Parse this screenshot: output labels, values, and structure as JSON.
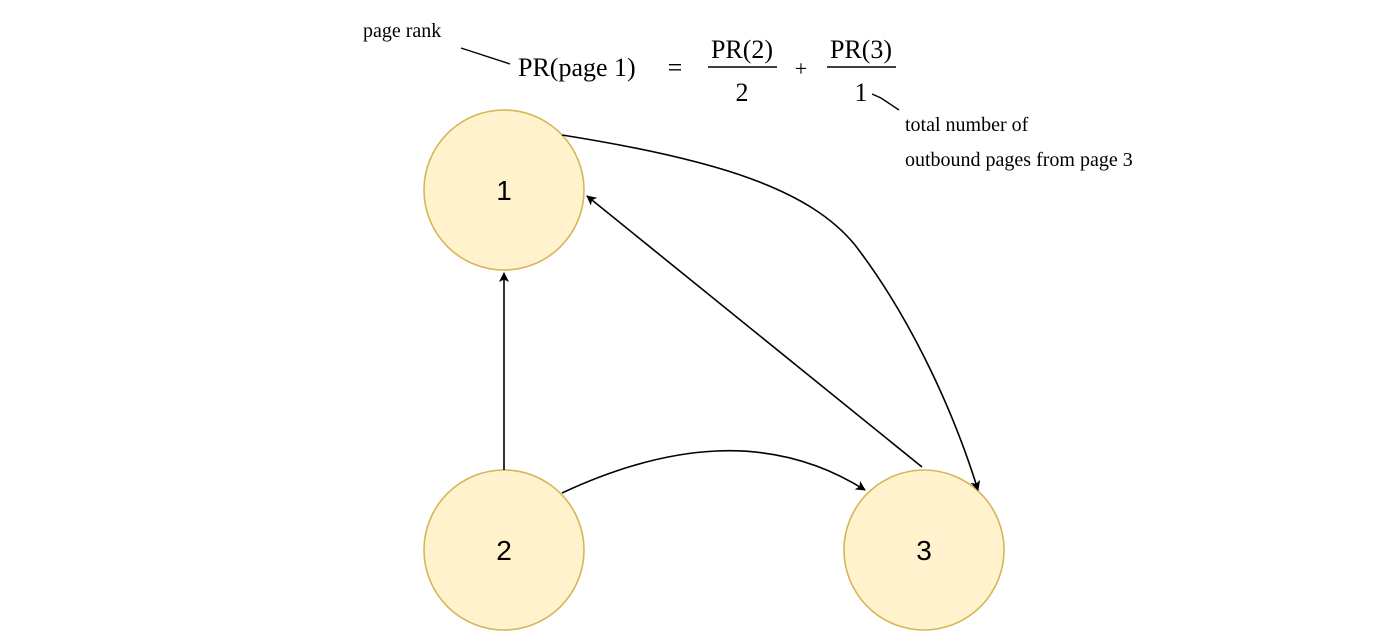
{
  "annotations": {
    "page_rank_label": "page rank",
    "outbound_label_line1": "total number of",
    "outbound_label_line2": "outbound pages from page 3"
  },
  "formula": {
    "lhs": "PR(page 1)",
    "equals": "=",
    "term1_numerator": "PR(2)",
    "term1_denominator": "2",
    "plus": "+",
    "term2_numerator": "PR(3)",
    "term2_denominator": "1"
  },
  "nodes": [
    {
      "id": "1",
      "label": "1"
    },
    {
      "id": "2",
      "label": "2"
    },
    {
      "id": "3",
      "label": "3"
    }
  ],
  "edges": [
    {
      "from": "1",
      "to": "3"
    },
    {
      "from": "3",
      "to": "1"
    },
    {
      "from": "2",
      "to": "1"
    },
    {
      "from": "2",
      "to": "3"
    }
  ],
  "colors": {
    "node_fill": "#fff2cc",
    "node_stroke": "#d6b656",
    "edge": "#000000"
  }
}
